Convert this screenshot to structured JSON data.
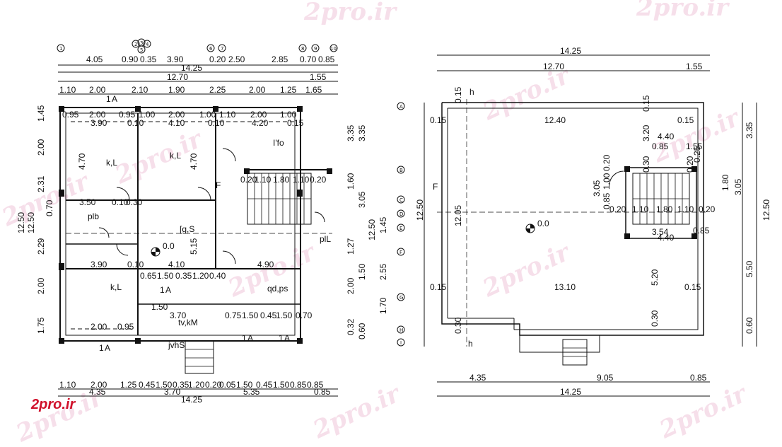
{
  "logo": {
    "text": "2pro.ir",
    "color": "#d0112b"
  },
  "watermark": {
    "text": "2pro.ir"
  },
  "plan_left": {
    "top_dims": {
      "row1": [
        "4.05",
        "0.90",
        "0.35",
        "3.90",
        "0.20",
        "2.50",
        "2.85",
        "0.70",
        "0.85"
      ],
      "row2": "14.25",
      "row3": [
        "12.70",
        "1.55"
      ],
      "row4": [
        "1.10",
        "2.00",
        "2.10",
        "1.90",
        "2.25",
        "2.00",
        "1.25",
        "1.65"
      ]
    },
    "grid_bubbles": [
      "1",
      "2",
      "3",
      "4",
      "5",
      "6",
      "7",
      "8",
      "9",
      "10"
    ],
    "left_dims_outer": "12.50",
    "left_dims_inner": [
      "1.45",
      "2.00",
      "2.31",
      "0.70",
      "2.29",
      "2.00",
      "1.75"
    ],
    "left_dims_mid": "12.50",
    "right_dims": [
      "3.35",
      "3.35",
      "1.60",
      "3.05",
      "12.50",
      "1.45",
      "1.27",
      "2.55",
      "1.50",
      "2.00",
      "1.70",
      "0.60",
      "0.32"
    ],
    "right_bubbles": [
      "A",
      "B",
      "C",
      "D",
      "E",
      "F",
      "G",
      "H",
      "I"
    ],
    "bottom_dims": {
      "row1": [
        "1.10",
        "2.00",
        "1.25",
        "0.45",
        "1.50",
        "0.35",
        "1.20",
        "0.20",
        "0.05",
        "1.50",
        "0.45",
        "1.50",
        "0.85",
        "0.85"
      ],
      "row2": [
        "4.35",
        "3.70",
        "5.35",
        "0.85"
      ],
      "row3": "14.25"
    },
    "room_dims": [
      "0.95",
      "2.00",
      "0.95",
      "1.00",
      "2.00",
      "1.00",
      "1.10",
      "2.00",
      "1.00",
      "3.90",
      "0.10",
      "4.10",
      "0.10",
      "4.20",
      "0.15",
      "4.70",
      "4.70",
      "3.50",
      "0.10",
      "0.30",
      "5.15",
      "3.90",
      "0.10",
      "4.10",
      "4.90",
      "0.65",
      "1.50",
      "0.35",
      "1.20",
      "0.40",
      "1.50",
      "3.70",
      "0.75",
      "1.50",
      "0.45",
      "1.50",
      "0.70",
      "2.00",
      "0.95",
      "0.20",
      "1.10",
      "1.80",
      "1.10",
      "0.20"
    ],
    "rooms": [
      "k,L",
      "k,L",
      "I'fo",
      "plb",
      "[g,S",
      "k,L",
      "qd,ps",
      "jvhS",
      "tv,kM",
      "plL"
    ],
    "level": "0.0",
    "section_tags": [
      "1",
      "A",
      "1",
      "A",
      "1",
      "A",
      "1",
      "A",
      "1",
      "A"
    ],
    "door_tag": "F"
  },
  "plan_right": {
    "top_dims": {
      "row1": "14.25",
      "row2": [
        "12.70",
        "1.55"
      ]
    },
    "inner_dims": [
      "0.15",
      "0.15",
      "0.15",
      "12.40",
      "0.15",
      "3.20",
      "4.40",
      "0.85",
      "1.55",
      "0.20",
      "0.30",
      "0.20",
      "0.25",
      "1.00",
      "1.80",
      "3.05",
      "0.85",
      "0.20",
      "1.10",
      "1.80",
      "1.10",
      "0.20",
      "3.54",
      "4.40",
      "0.85",
      "12.05",
      "5.20",
      "0.15",
      "13.10",
      "0.15",
      "0.30",
      "0.30"
    ],
    "left_dim": "12.50",
    "right_dims": [
      "3.35",
      "3.05",
      "12.50",
      "5.50",
      "0.60"
    ],
    "bottom_dims": {
      "row1": [
        "4.35",
        "9.05",
        "0.85"
      ],
      "row2": "14.25"
    },
    "level": "0.0",
    "section_tags": [
      "h",
      "h",
      "F"
    ]
  }
}
